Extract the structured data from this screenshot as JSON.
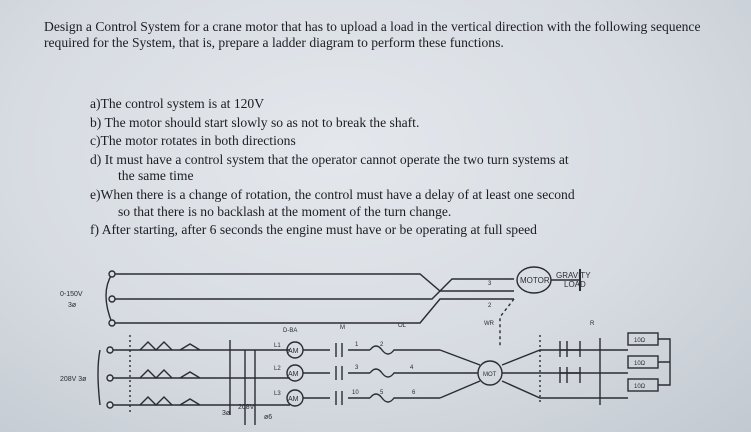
{
  "problem": {
    "intro": "Design a Control System for a crane motor that has to upload a load in the vertical direction with the following sequence required for the System, that is, prepare a ladder diagram to perform these functions.",
    "requirements": [
      {
        "first": "a)The control system is at 120V",
        "cont": ""
      },
      {
        "first": "b)  The motor should start slowly so as not to break the shaft.",
        "cont": ""
      },
      {
        "first": "c)The motor rotates in both directions",
        "cont": ""
      },
      {
        "first": "d)  It must have a control system that the operator cannot operate the two turn systems at",
        "cont": "the same time"
      },
      {
        "first": "e)When there is a change of rotation, the control must have a delay of at least one second",
        "cont": "so that there is no backlash at the moment of the turn change."
      },
      {
        "first": "f) After starting, after 6 seconds the engine must have or be operating at full speed",
        "cont": ""
      }
    ]
  },
  "diagram": {
    "supply_label": "0-150V",
    "supply_phase": "3ø",
    "motor_label": "MOTOR",
    "load_label_1": "GRAVITY",
    "load_label_2": "LOAD",
    "mains_label": "208V  3ø",
    "bottom_label": "208V",
    "bottom_phase_left": "3ø",
    "bottom_phase_right": "ø6",
    "ammeter_label": "AM",
    "col_dcam": "D-BA",
    "col_m": "M",
    "col_ol": "OL",
    "col_wr": "WR",
    "col_r": "R",
    "resistor_label": "10Ω",
    "mot_small": "MOT",
    "term_3": "3",
    "term_2": "2",
    "l1": "L1",
    "l2": "L2",
    "l3": "L3",
    "n1": "1",
    "n2": "2",
    "n3": "3",
    "n4": "4",
    "n5": "5",
    "n6": "6",
    "n10": "10"
  }
}
